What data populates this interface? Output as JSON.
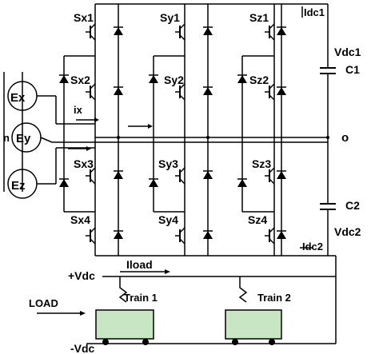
{
  "sources": [
    "Ex",
    "Ey",
    "Ez"
  ],
  "source_left_label": "n",
  "switches": {
    "col_x": [
      "Sx1",
      "Sx2",
      "Sx3",
      "Sx4"
    ],
    "col_y": [
      "Sy1",
      "Sy2",
      "Sy3",
      "Sy4"
    ],
    "col_z": [
      "Sz1",
      "Sz2",
      "Sz3",
      "Sz4"
    ]
  },
  "currents": {
    "ix": "ix",
    "idc1": "Idc1",
    "idc2": "Idc2",
    "iload": "Iload"
  },
  "dc_link": {
    "vdc1": "Vdc1",
    "c1": "C1",
    "c2": "C2",
    "vdc2": "Vdc2",
    "neutral": "o"
  },
  "bus": {
    "plus": "+Vdc",
    "minus": "-Vdc"
  },
  "load": {
    "label": "LOAD",
    "train1": "Train 1",
    "train2": "Train 2"
  },
  "colors": {
    "train_fill": "#c8e6c3",
    "wire": "#000000"
  }
}
